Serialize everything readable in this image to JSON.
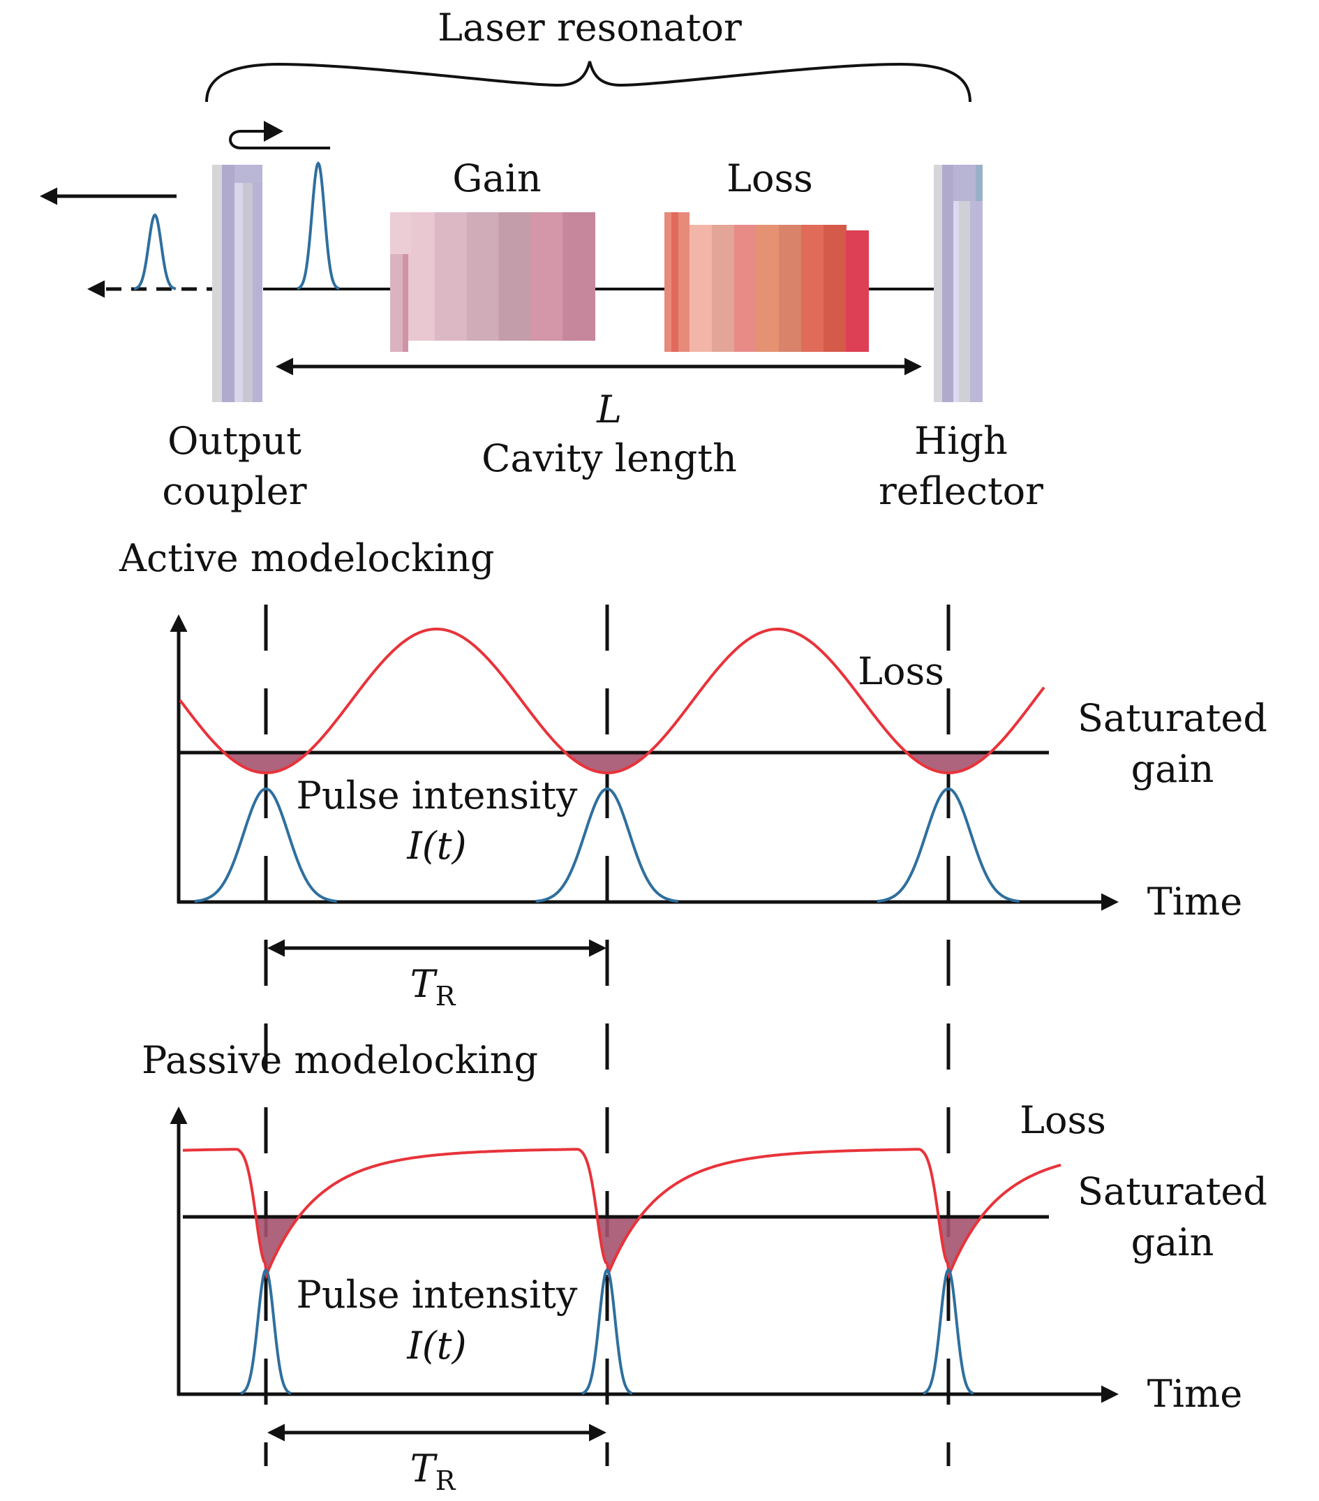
{
  "resonator": {
    "title": "Laser resonator",
    "gain_label": "Gain",
    "loss_label": "Loss",
    "length_symbol": "L",
    "length_label": "Cavity length",
    "output_coupler": [
      "Output",
      "coupler"
    ],
    "high_reflector": [
      "High",
      "reflector"
    ]
  },
  "colors": {
    "loss_curve": "#e8333a",
    "pulse_curve": "#2e6f9e",
    "net_gain_fill": "#a4536e",
    "mirror": "#b3add0",
    "gain_block": [
      "#e9c8d2",
      "#dcb8c4",
      "#cfacb8",
      "#c39da9",
      "#d496a9",
      "#c6879c"
    ],
    "loss_block": [
      "#f2b6a8",
      "#e3a596",
      "#e88b87",
      "#e49271",
      "#d9836a",
      "#e06b58",
      "#d45a4a",
      "#dd4055"
    ]
  },
  "chart_data": [
    {
      "type": "line",
      "title": "Active modelocking",
      "xlabel": "Time",
      "ylabel": "",
      "period_label": "T",
      "period_subscript": "R",
      "pulse_label": [
        "Pulse intensity",
        "I(t)"
      ],
      "series": [
        {
          "name": "Loss",
          "shape": "sinusoidal",
          "minima_at_pulses": true,
          "relative_max": 1.0,
          "relative_min": -0.15
        },
        {
          "name": "Saturated gain",
          "shape": "constant",
          "level": 0.0
        },
        {
          "name": "Pulse intensity",
          "shape": "gaussian",
          "relative_width": 0.17
        }
      ],
      "pulse_positions": [
        0,
        1,
        2
      ],
      "x_unit": "T_R",
      "legend": [
        "Loss",
        "Saturated gain"
      ],
      "labels": {
        "loss": "Loss",
        "sat_gain": [
          "Saturated",
          "gain"
        ]
      }
    },
    {
      "type": "line",
      "title": "Passive modelocking",
      "xlabel": "Time",
      "ylabel": "",
      "period_label": "T",
      "period_subscript": "R",
      "pulse_label": [
        "Pulse intensity",
        "I(t)"
      ],
      "series": [
        {
          "name": "Loss",
          "shape": "saturable-absorber",
          "minima_at_pulses": true,
          "relative_max": 0.6,
          "relative_min": -0.35
        },
        {
          "name": "Saturated gain",
          "shape": "constant",
          "level": 0.0
        },
        {
          "name": "Pulse intensity",
          "shape": "gaussian",
          "relative_width": 0.06
        }
      ],
      "pulse_positions": [
        0,
        1,
        2
      ],
      "x_unit": "T_R",
      "legend": [
        "Loss",
        "Saturated gain"
      ],
      "labels": {
        "loss": "Loss",
        "sat_gain": [
          "Saturated",
          "gain"
        ]
      }
    }
  ]
}
